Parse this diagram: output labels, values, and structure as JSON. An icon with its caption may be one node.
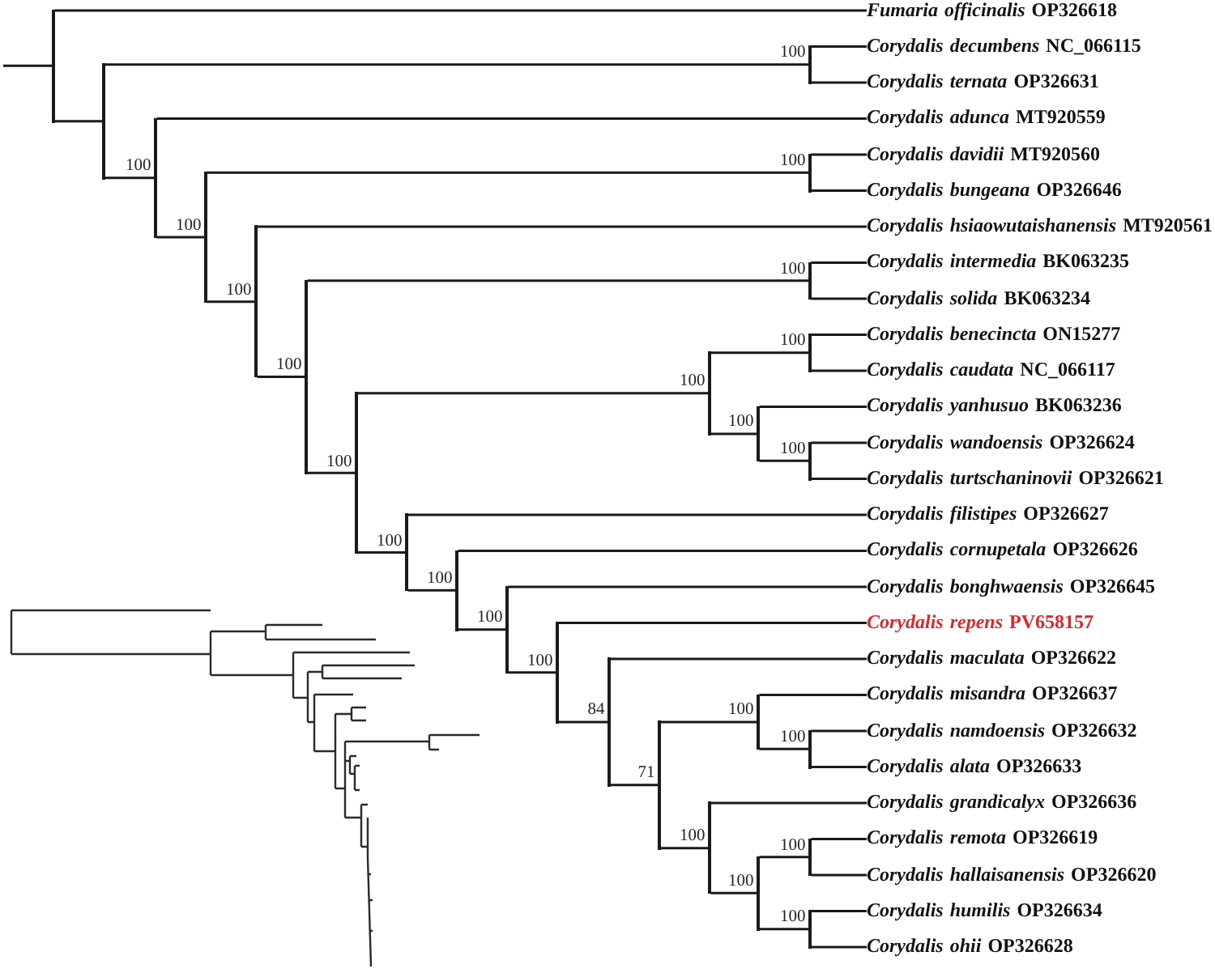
{
  "diagram": {
    "nodes": [
      {
        "text": [
          "*Fumaria officinalis* OP326618"
        ]
      },
      {
        "text": [
          "*Corydalis decumbens* NC_066115"
        ]
      },
      {
        "text": [
          "*Corydalis ternata* OP326631"
        ]
      },
      {
        "text": [
          "*Corydalis adunca* MT920559"
        ]
      },
      {
        "text": [
          "*Corydalis davidii* MT920560"
        ]
      },
      {
        "text": [
          "*Corydalis bungeana* OP326646"
        ]
      },
      {
        "text": [
          "*Corydalis hsiaowutaishanensis* MT920561"
        ]
      },
      {
        "text": [
          "*Corydalis intermedia* BK063235"
        ]
      },
      {
        "text": [
          "*Corydalis solida* BK063234"
        ]
      },
      {
        "text": [
          "*Corydalis benecincta* ON15277"
        ]
      },
      {
        "text": [
          "*Corydalis caudata* NC_066117"
        ]
      },
      {
        "text": [
          "*Corydalis yanhusuo* BK063236"
        ]
      },
      {
        "text": [
          "*Corydalis wandoensis* OP326624"
        ]
      },
      {
        "text": [
          "*Corydalis turtschaninovii* OP326621"
        ]
      },
      {
        "text": [
          "*Corydalis filistipes* OP326627"
        ]
      },
      {
        "text": [
          "*Corydalis cornupetala* OP326626"
        ]
      },
      {
        "text": [
          "*Corydalis bonghwaensis* OP326645"
        ]
      },
      {
        "text": [
          "*Corydalis repens* PV658157"
        ]
      },
      {
        "text": [
          "*Corydalis maculata* OP326622"
        ]
      },
      {
        "text": [
          "*Corydalis misandra* OP326637"
        ]
      },
      {
        "text": [
          "*Corydalis namdoensis* OP326632"
        ]
      },
      {
        "text": [
          "*Corydalis alata* OP326633"
        ]
      },
      {
        "text": [
          "*Corydalis grandicalyx* OP326636"
        ]
      },
      {
        "text": [
          "*Corydalis remota* OP326619"
        ]
      },
      {
        "text": [
          "*Corydalis hallaisanensis* OP326620"
        ]
      },
      {
        "text": [
          "*Corydalis humilis* OP326634"
        ]
      },
      {
        "text": [
          "*Corydalis ohii* OP326628"
        ]
      },
      {
        "text": [],
        "shape": "bar"
      },
      {
        "text": [],
        "shape": "bar"
      },
      {
        "text": [],
        "shape": "bar"
      },
      {
        "text": [],
        "shape": "bar"
      },
      {
        "text": [],
        "shape": "bar"
      },
      {
        "text": [],
        "shape": "bar"
      },
      {
        "text": [],
        "shape": "bar"
      },
      {
        "text": [],
        "shape": "bar"
      },
      {
        "text": [],
        "shape": "bar"
      },
      {
        "text": [],
        "shape": "bar"
      },
      {
        "text": [],
        "shape": "bar"
      },
      {
        "text": [],
        "shape": "bar"
      },
      {
        "text": [],
        "shape": "bar"
      },
      {
        "text": [],
        "shape": "bar"
      },
      {
        "text": [],
        "shape": "bar"
      },
      {
        "text": [],
        "shape": "bar"
      },
      {
        "text": [],
        "shape": "bar"
      },
      {
        "text": [],
        "shape": "bar"
      },
      {
        "text": [],
        "shape": "bar"
      },
      {
        "text": [],
        "shape": "bar"
      },
      {
        "text": [],
        "shape": "bar"
      },
      {
        "text": [],
        "shape": "bar"
      },
      {
        "text": [],
        "shape": "bar"
      },
      {
        "text": [],
        "shape": "bar"
      },
      {
        "text": [],
        "shape": "bar"
      },
      {
        "text": [],
        "shape": "bar"
      }
    ],
    "edges": [
      {
        "from": null,
        "to": 27,
        "arrow": "none"
      },
      {
        "from": 27,
        "to": 0,
        "arrow": "none"
      },
      {
        "from": 27,
        "to": 28,
        "arrow": "none"
      },
      {
        "from": 28,
        "to": 45,
        "arrow": "none",
        "label": "100"
      },
      {
        "from": 28,
        "to": 29,
        "arrow": "none",
        "label": "100"
      },
      {
        "from": 29,
        "to": 3,
        "arrow": "none"
      },
      {
        "from": 29,
        "to": 30,
        "arrow": "none",
        "label": "100"
      },
      {
        "from": 30,
        "to": 46,
        "arrow": "none",
        "label": "100"
      },
      {
        "from": 30,
        "to": 31,
        "arrow": "none",
        "label": "100"
      },
      {
        "from": 31,
        "to": 6,
        "arrow": "none"
      },
      {
        "from": 31,
        "to": 32,
        "arrow": "none",
        "label": "100"
      },
      {
        "from": 32,
        "to": 47,
        "arrow": "none",
        "label": "100"
      },
      {
        "from": 32,
        "to": 33,
        "arrow": "none",
        "label": "100"
      },
      {
        "from": 33,
        "to": 40,
        "arrow": "none",
        "label": "100"
      },
      {
        "from": 33,
        "to": 34,
        "arrow": "none",
        "label": "100"
      },
      {
        "from": 34,
        "to": 14,
        "arrow": "none"
      },
      {
        "from": 34,
        "to": 35,
        "arrow": "none",
        "label": "100"
      },
      {
        "from": 35,
        "to": 15,
        "arrow": "none"
      },
      {
        "from": 35,
        "to": 36,
        "arrow": "none",
        "label": "100"
      },
      {
        "from": 36,
        "to": 16,
        "arrow": "none"
      },
      {
        "from": 36,
        "to": 37,
        "arrow": "none",
        "label": "100"
      },
      {
        "from": 37,
        "to": 17,
        "arrow": "none"
      },
      {
        "from": 37,
        "to": 38,
        "arrow": "none",
        "label": "84"
      },
      {
        "from": 38,
        "to": 18,
        "arrow": "none"
      },
      {
        "from": 38,
        "to": 39,
        "arrow": "none",
        "label": "71"
      },
      {
        "from": 39,
        "to": 43,
        "arrow": "none",
        "label": "100"
      },
      {
        "from": 39,
        "to": 41,
        "arrow": "none",
        "label": "100"
      },
      {
        "from": 40,
        "to": 48,
        "arrow": "none",
        "label": "100"
      },
      {
        "from": 40,
        "to": 42,
        "arrow": "none",
        "label": "100"
      },
      {
        "from": 41,
        "to": 22,
        "arrow": "none"
      },
      {
        "from": 41,
        "to": 44,
        "arrow": "none",
        "label": "100"
      },
      {
        "from": 42,
        "to": 11,
        "arrow": "none"
      },
      {
        "from": 42,
        "to": 49,
        "arrow": "none",
        "label": "100"
      },
      {
        "from": 43,
        "to": 19,
        "arrow": "none"
      },
      {
        "from": 43,
        "to": 50,
        "arrow": "none",
        "label": "100"
      },
      {
        "from": 44,
        "to": 51,
        "arrow": "none",
        "label": "100"
      },
      {
        "from": 44,
        "to": 52,
        "arrow": "none",
        "label": "100"
      },
      {
        "from": 45,
        "to": 1,
        "arrow": "none"
      },
      {
        "from": 45,
        "to": 2,
        "arrow": "none"
      },
      {
        "from": 46,
        "to": 4,
        "arrow": "none"
      },
      {
        "from": 46,
        "to": 5,
        "arrow": "none"
      },
      {
        "from": 47,
        "to": 7,
        "arrow": "none"
      },
      {
        "from": 47,
        "to": 8,
        "arrow": "none"
      },
      {
        "from": 48,
        "to": 9,
        "arrow": "none"
      },
      {
        "from": 48,
        "to": 10,
        "arrow": "none"
      },
      {
        "from": 49,
        "to": 12,
        "arrow": "none"
      },
      {
        "from": 49,
        "to": 13,
        "arrow": "none"
      },
      {
        "from": 50,
        "to": 20,
        "arrow": "none"
      },
      {
        "from": 50,
        "to": 21,
        "arrow": "none"
      },
      {
        "from": 51,
        "to": 23,
        "arrow": "none"
      },
      {
        "from": 51,
        "to": 24,
        "arrow": "none"
      },
      {
        "from": 52,
        "to": 25,
        "arrow": "none"
      },
      {
        "from": 52,
        "to": 26,
        "arrow": "none"
      }
    ]
  }
}
